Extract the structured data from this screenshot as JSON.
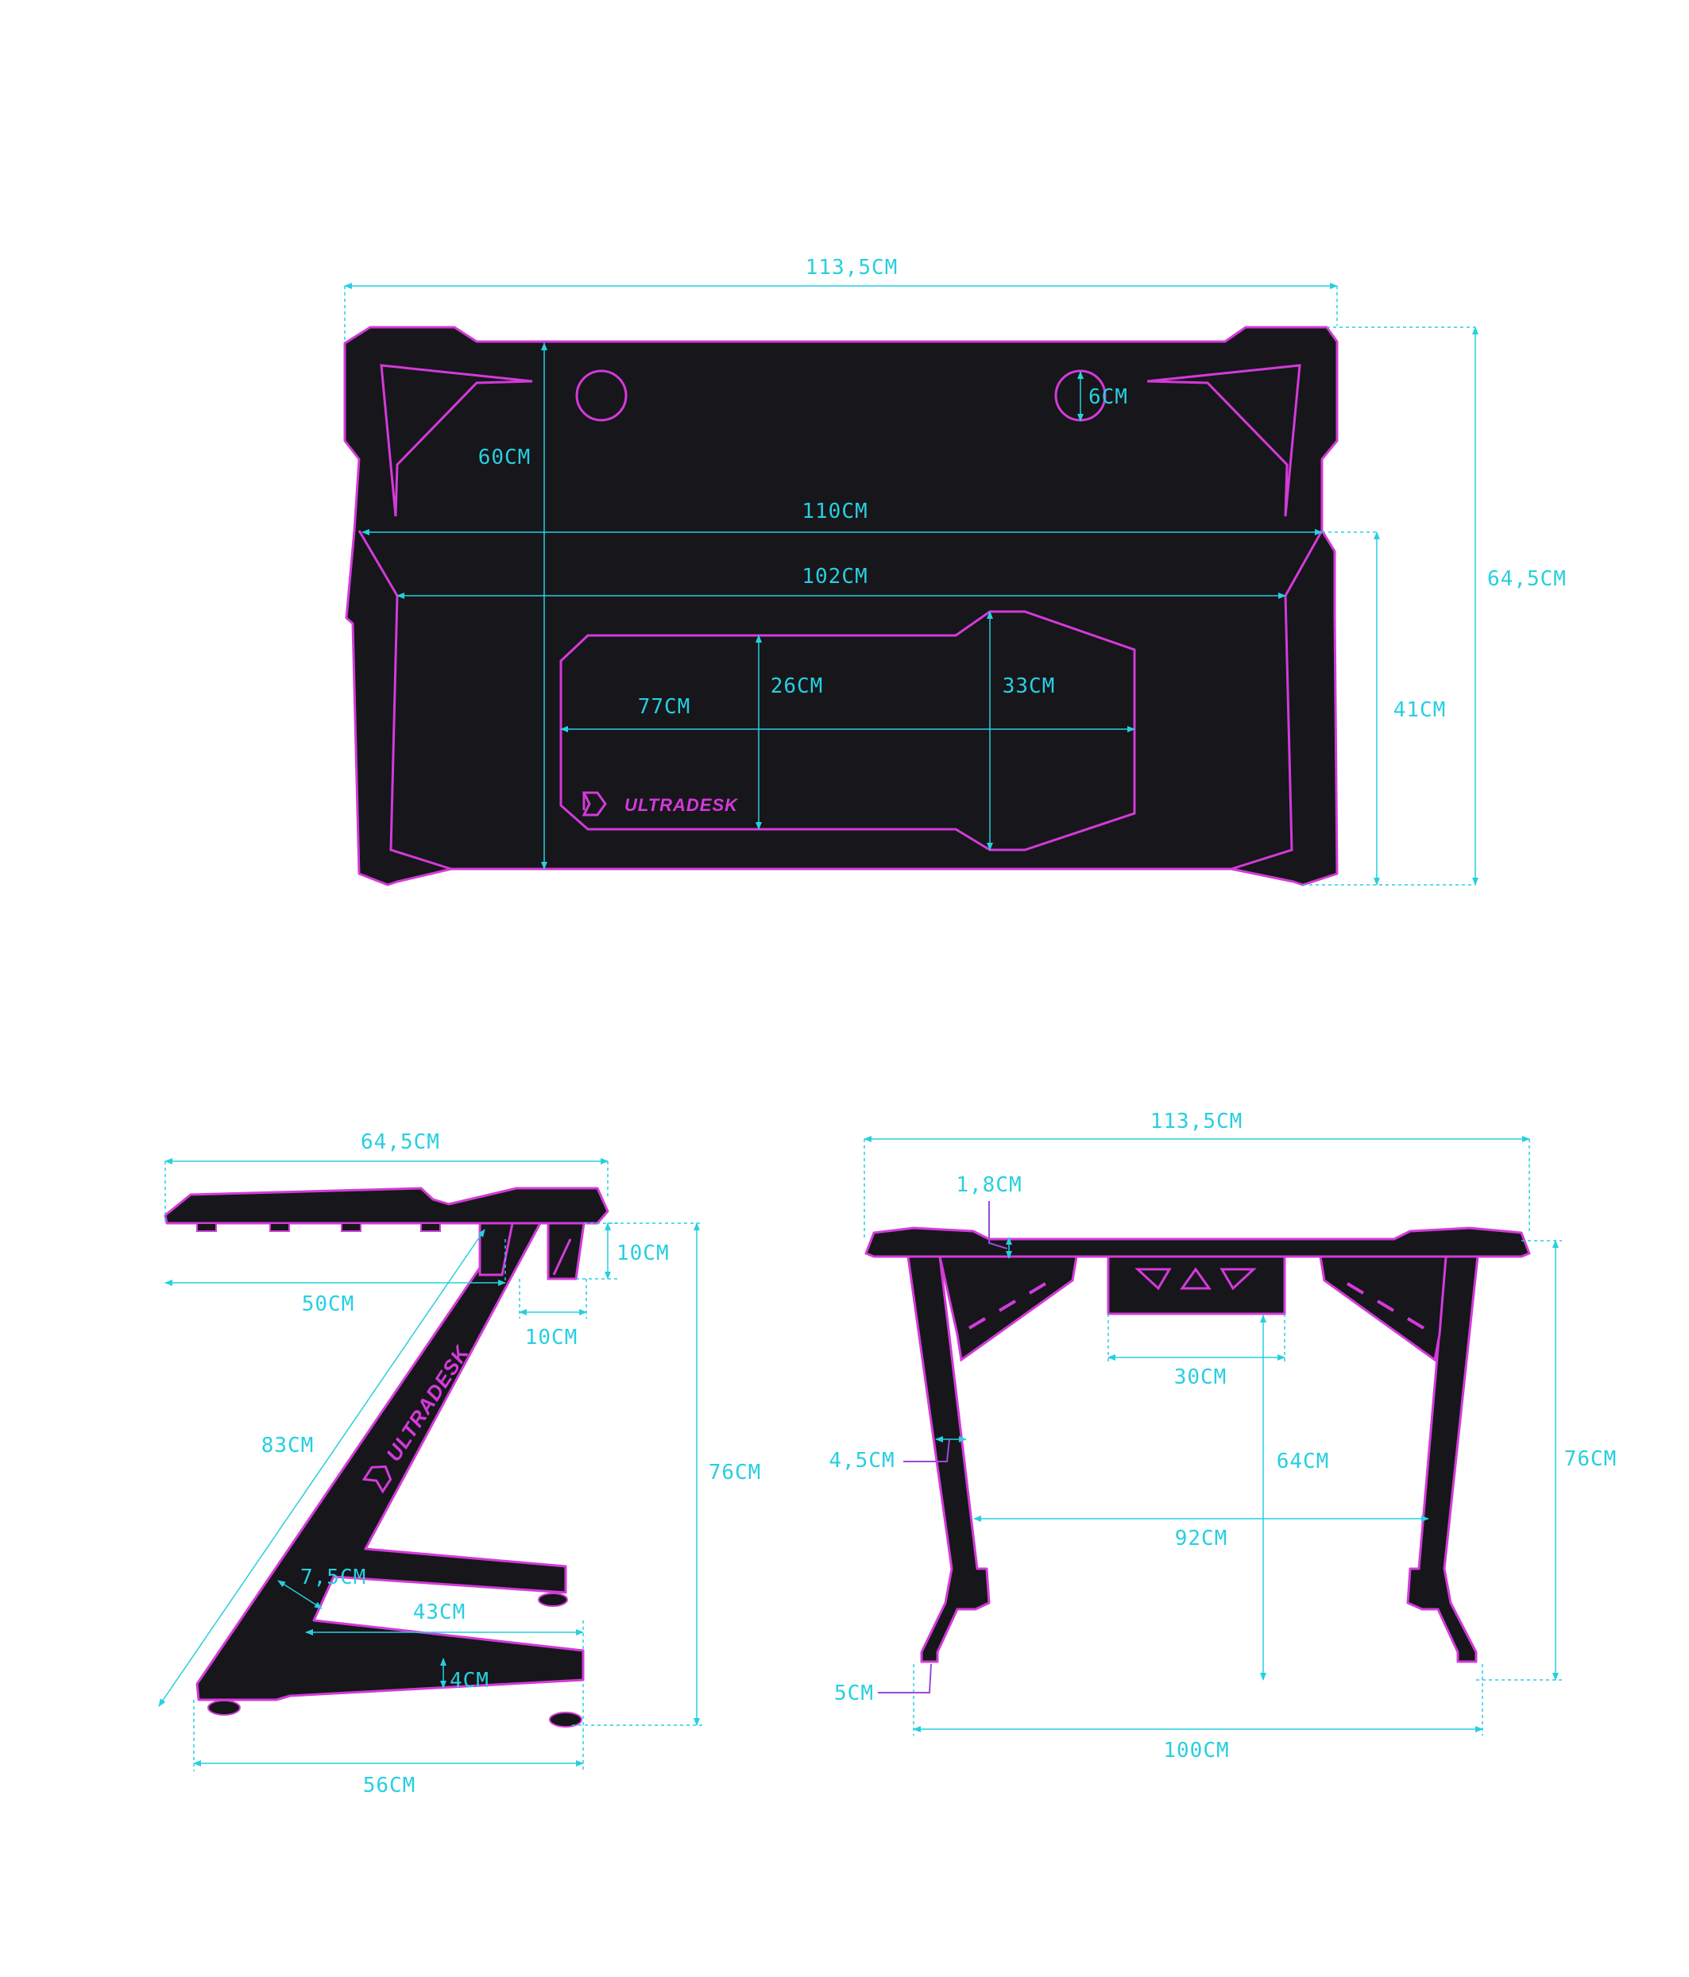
{
  "colors": {
    "background": "#ffffff",
    "desk_fill": "#16161b",
    "outline": "#d43ad9",
    "dimension": "#27cfe0",
    "leader": "#9b4ad8"
  },
  "brand": {
    "name": "ULTRADESK",
    "icon": "ud-logo-icon"
  },
  "top_view": {
    "total_width": "113,5CM",
    "total_depth": "64,5CM",
    "depth_60": "60CM",
    "grommet_diameter": "6CM",
    "inner_width_110": "110CM",
    "inner_width_102": "102CM",
    "right_depth_41": "41CM",
    "mousepad_width": "77CM",
    "mousepad_depth_26": "26CM",
    "mousepad_depth_33": "33CM"
  },
  "side_view": {
    "top_depth": "64,5CM",
    "depth_50": "50CM",
    "bracket_10_vertical": "10CM",
    "bracket_10_horizontal": "10CM",
    "height_76": "76CM",
    "diagonal_83": "83CM",
    "leg_width_7_5": "7,5CM",
    "foot_43": "43CM",
    "foot_thickness_4": "4CM",
    "base_56": "56CM"
  },
  "front_view": {
    "total_width": "113,5CM",
    "top_thickness": "1,8CM",
    "height_76": "76CM",
    "cable_tray_30": "30CM",
    "clearance_64": "64CM",
    "leg_width_4_5": "4,5CM",
    "leg_gap_92": "92CM",
    "foot_5": "5CM",
    "base_100": "100CM"
  }
}
